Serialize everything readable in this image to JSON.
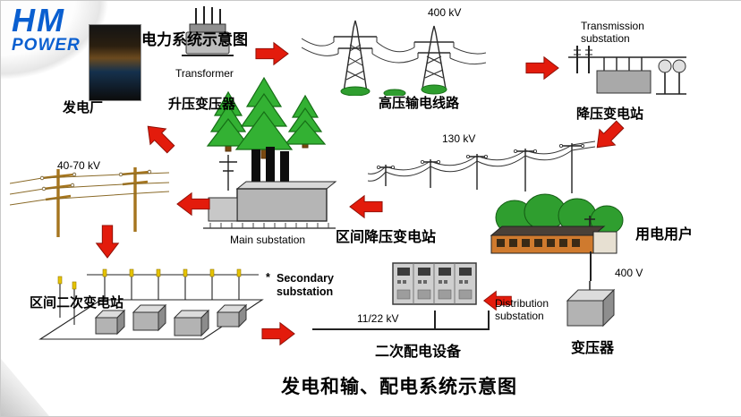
{
  "logo": {
    "hm": "HM",
    "power": "POWER"
  },
  "header": {
    "title": "电力系统示意图"
  },
  "footer": {
    "title": "发电和输、配电系统示意图"
  },
  "labels": {
    "power_plant": "发电厂",
    "transformer_en": "Transformer",
    "step_up_transformer": "升压变压器",
    "kv_400": "400 kV",
    "hv_lines": "高压输电线路",
    "transmission_substation_en": "Transmission\nsubstation",
    "step_down_substation": "降压变电站",
    "kv_130": "130 kV",
    "main_substation_en": "Main substation",
    "district_step_down_substation": "区间降压变电站",
    "kv_40_70": "40-70 kV",
    "district_secondary_substation": "区间二次变电站",
    "secondary_substation_note": "*",
    "secondary_substation_en": "Secondary\nsubstation",
    "kv_11_22": "11/22 kV",
    "secondary_distribution_equipment": "二次配电设备",
    "distribution_substation_en": "Distribution\nsubstation",
    "transformer_zh": "变压器",
    "v_400": "400 V",
    "consumers": "用电用户"
  },
  "colors": {
    "arrow_red": "#e31b0c",
    "logo_blue": "#0a5fd0",
    "tree_green": "#2f9e2f"
  }
}
